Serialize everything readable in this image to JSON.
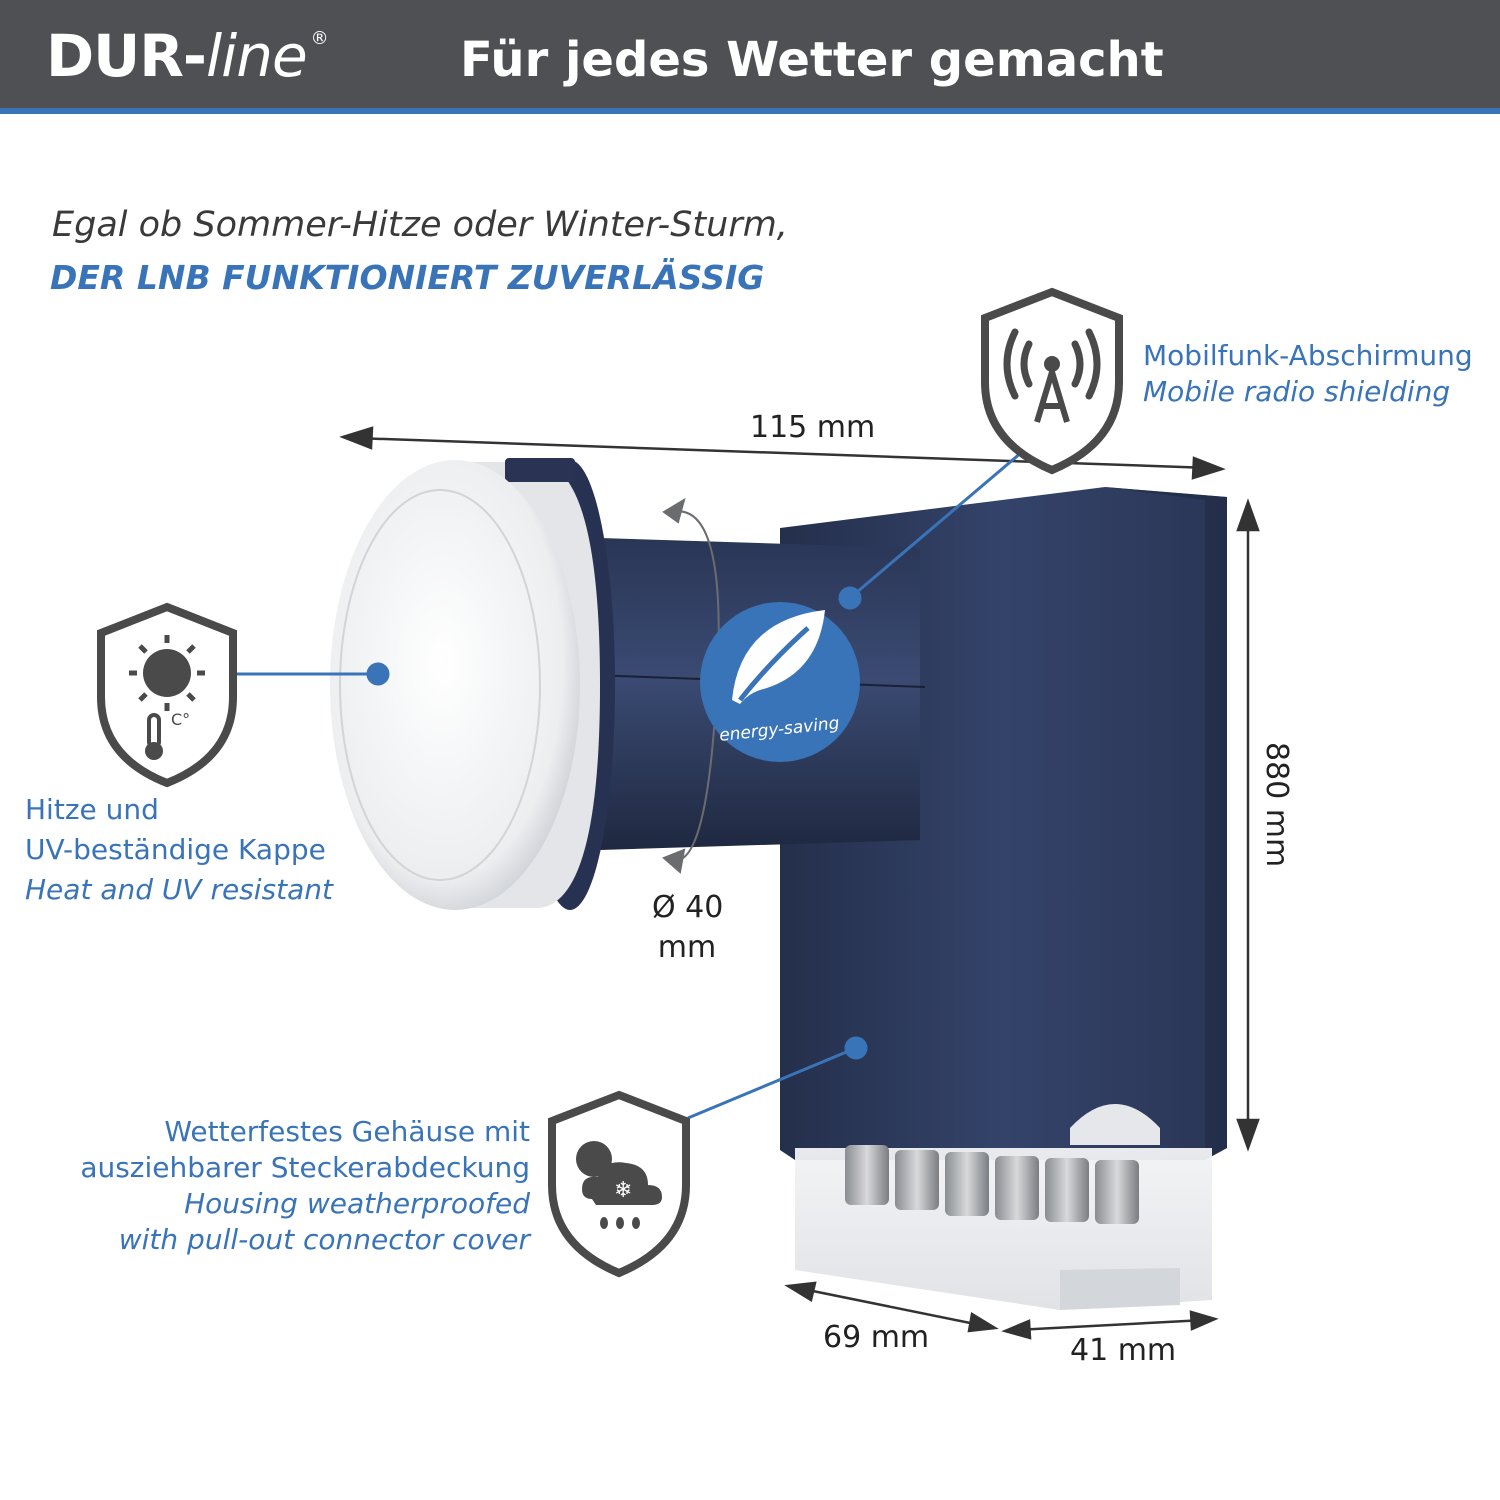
{
  "header": {
    "brand_main": "DUR-",
    "brand_script": "line",
    "brand_reg": "®",
    "headline": "Für jedes Wetter gemacht"
  },
  "intro": {
    "line1": "Egal ob Sommer-Hitze oder Winter-Sturm,",
    "line2": "DER LNB FUNKTIONIERT ZUVERLÄSSIG"
  },
  "features": {
    "shielding": {
      "de": "Mobilfunk-Abschirmung",
      "en": "Mobile radio shielding",
      "icon": "antenna-shield-icon"
    },
    "cap": {
      "de1": "Hitze und",
      "de2": "UV-beständige Kappe",
      "en": "Heat and UV resistant",
      "icon": "sun-thermometer-shield-icon"
    },
    "housing": {
      "de1": "Wetterfestes Gehäuse mit",
      "de2": "ausziehbarer Steckerabdeckung",
      "en1": "Housing weatherproofed",
      "en2": "with pull-out connector cover",
      "icon": "weather-shield-icon"
    }
  },
  "badge": {
    "text": "energy-saving",
    "icon": "leaf-icon"
  },
  "dimensions": {
    "width": "115 mm",
    "height": "880 mm",
    "diameter_line1": "Ø 40",
    "diameter_line2": "mm",
    "depth": "69 mm",
    "thickness": "41 mm"
  },
  "colors": {
    "accent": "#3a74b8",
    "header_bg": "#4f5053",
    "housing": "#2c3a5a",
    "cap": "#e8e8ea",
    "icon_stroke": "#4a4a4a"
  }
}
